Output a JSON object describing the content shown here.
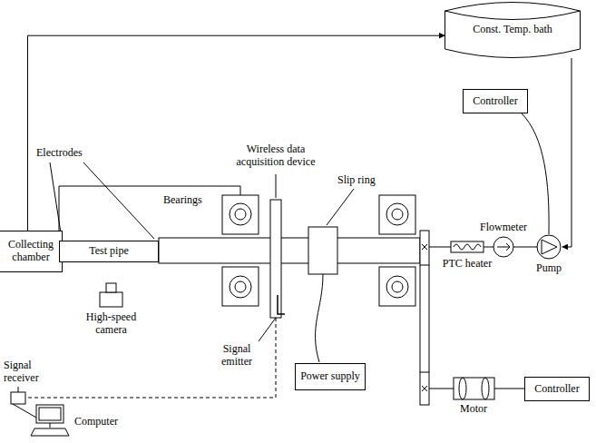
{
  "diagram": {
    "nodes": [
      {
        "text": [
          "Const. Temp. bath"
        ]
      },
      {
        "text": [
          "Controller"
        ]
      },
      {
        "text": [
          "Collecting chamber"
        ]
      },
      {
        "text": [
          "Test pipe"
        ]
      },
      {
        "text": [
          "Power supply"
        ]
      },
      {
        "text": [
          "Controller"
        ]
      }
    ],
    "edges": [
      {
        "from": 2,
        "to": 0,
        "arrow": "to"
      }
    ],
    "labels": [
      "Electrodes",
      "Wireless data acquisition device",
      "Slip ring",
      "Bearings",
      "PTC heater",
      "Flowmeter",
      "Pump",
      "Motor",
      "High-speed camera",
      "Signal emitter",
      "Signal receiver",
      "Computer"
    ]
  }
}
